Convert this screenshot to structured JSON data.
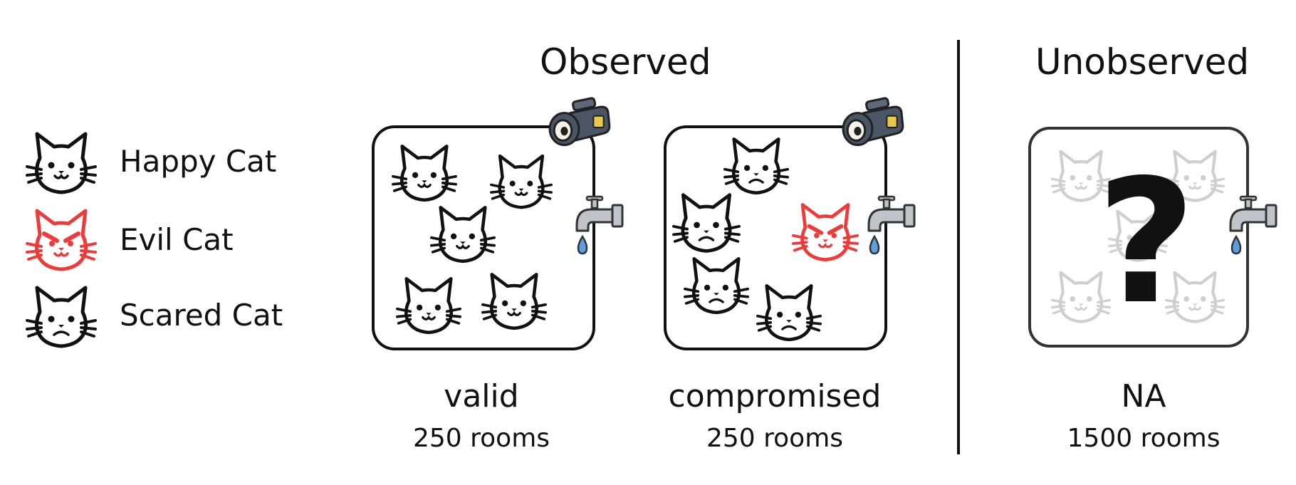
{
  "headings": {
    "observed": "Observed",
    "unobserved": "Unobserved"
  },
  "legend": [
    {
      "label": "Happy Cat",
      "icon": "happy-cat-icon",
      "color": "#111111"
    },
    {
      "label": "Evil Cat",
      "icon": "evil-cat-icon",
      "color": "#f03a3a"
    },
    {
      "label": "Scared Cat",
      "icon": "scared-cat-icon",
      "color": "#111111"
    }
  ],
  "rooms": [
    {
      "label": "valid",
      "count": "250 rooms",
      "camera": true,
      "contents": [
        "happy",
        "happy",
        "happy",
        "happy",
        "happy"
      ]
    },
    {
      "label": "compromised",
      "count": "250 rooms",
      "camera": true,
      "contents": [
        "scared",
        "scared",
        "evil",
        "scared",
        "scared"
      ]
    },
    {
      "label": "NA",
      "count": "1500 rooms",
      "camera": false,
      "mystery": "?",
      "contents": [
        "faded",
        "faded",
        "faded",
        "faded",
        "faded"
      ]
    }
  ],
  "colors": {
    "evil": "#f03a3a",
    "faded": "#cfcfcf",
    "water": "#5aa0e0",
    "camera": "#4a5566"
  }
}
